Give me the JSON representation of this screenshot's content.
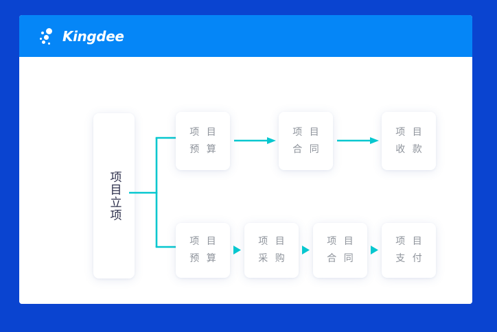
{
  "page": {
    "outer_background": "#0a44d0",
    "card_background": "#ffffff"
  },
  "header": {
    "background": "#0586f7",
    "brand": "Kingdee",
    "logo_icon": "kingdee-dots-logo"
  },
  "diagram": {
    "accent_color": "#06c7cf",
    "node_text_color": "#8e939b",
    "root_text_color": "#2b2e4a",
    "root": {
      "label": "项目立项",
      "orientation": "vertical"
    },
    "top_row": [
      {
        "line1": "项 目",
        "line2": "预 算"
      },
      {
        "line1": "项 目",
        "line2": "合 同"
      },
      {
        "line1": "项 目",
        "line2": "收 款"
      }
    ],
    "bottom_row": [
      {
        "line1": "项 目",
        "line2": "预 算"
      },
      {
        "line1": "项 目",
        "line2": "采 购"
      },
      {
        "line1": "项 目",
        "line2": "合 同"
      },
      {
        "line1": "项 目",
        "line2": "支 付"
      }
    ],
    "top_connectors": [
      "line-arrow-right",
      "line-arrow-right"
    ],
    "bottom_connectors": [
      "triangle-arrow-right",
      "triangle-arrow-right",
      "triangle-arrow-right"
    ],
    "branch_connector": "branch-split-up-down"
  }
}
